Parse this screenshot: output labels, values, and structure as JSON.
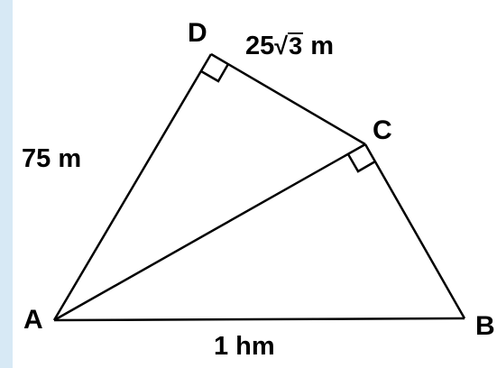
{
  "diagram": {
    "vertices": {
      "A": "A",
      "B": "B",
      "C": "C",
      "D": "D"
    },
    "measurements": {
      "AD": "75 m",
      "DC_coefficient": "25",
      "DC_radicand": "3",
      "DC_unit": "m",
      "AB": "1 hm"
    },
    "right_angles": [
      "D",
      "C"
    ],
    "colors": {
      "background": "#ffffff",
      "border": "#d7e9f5",
      "lines": "#000000"
    }
  }
}
